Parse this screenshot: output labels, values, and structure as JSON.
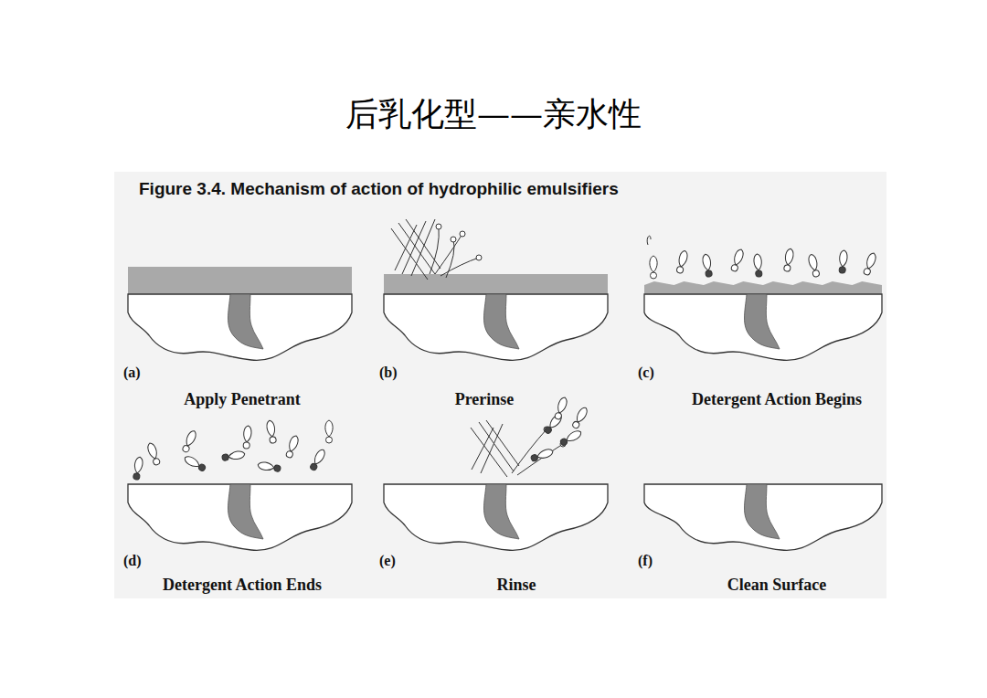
{
  "diagram": {
    "title": "后乳化型——亲水性",
    "caption": "Figure 3.4. Mechanism of action of hydrophilic emulsifiers",
    "labels": [
      "(a)",
      "Apply Penetrant",
      "(b)",
      "Prerinse",
      "(c)",
      "Detergent Action Begins",
      "(d)",
      "Detergent Action Ends",
      "(e)",
      "Rinse",
      "(f)",
      "Clean Surface"
    ]
  }
}
